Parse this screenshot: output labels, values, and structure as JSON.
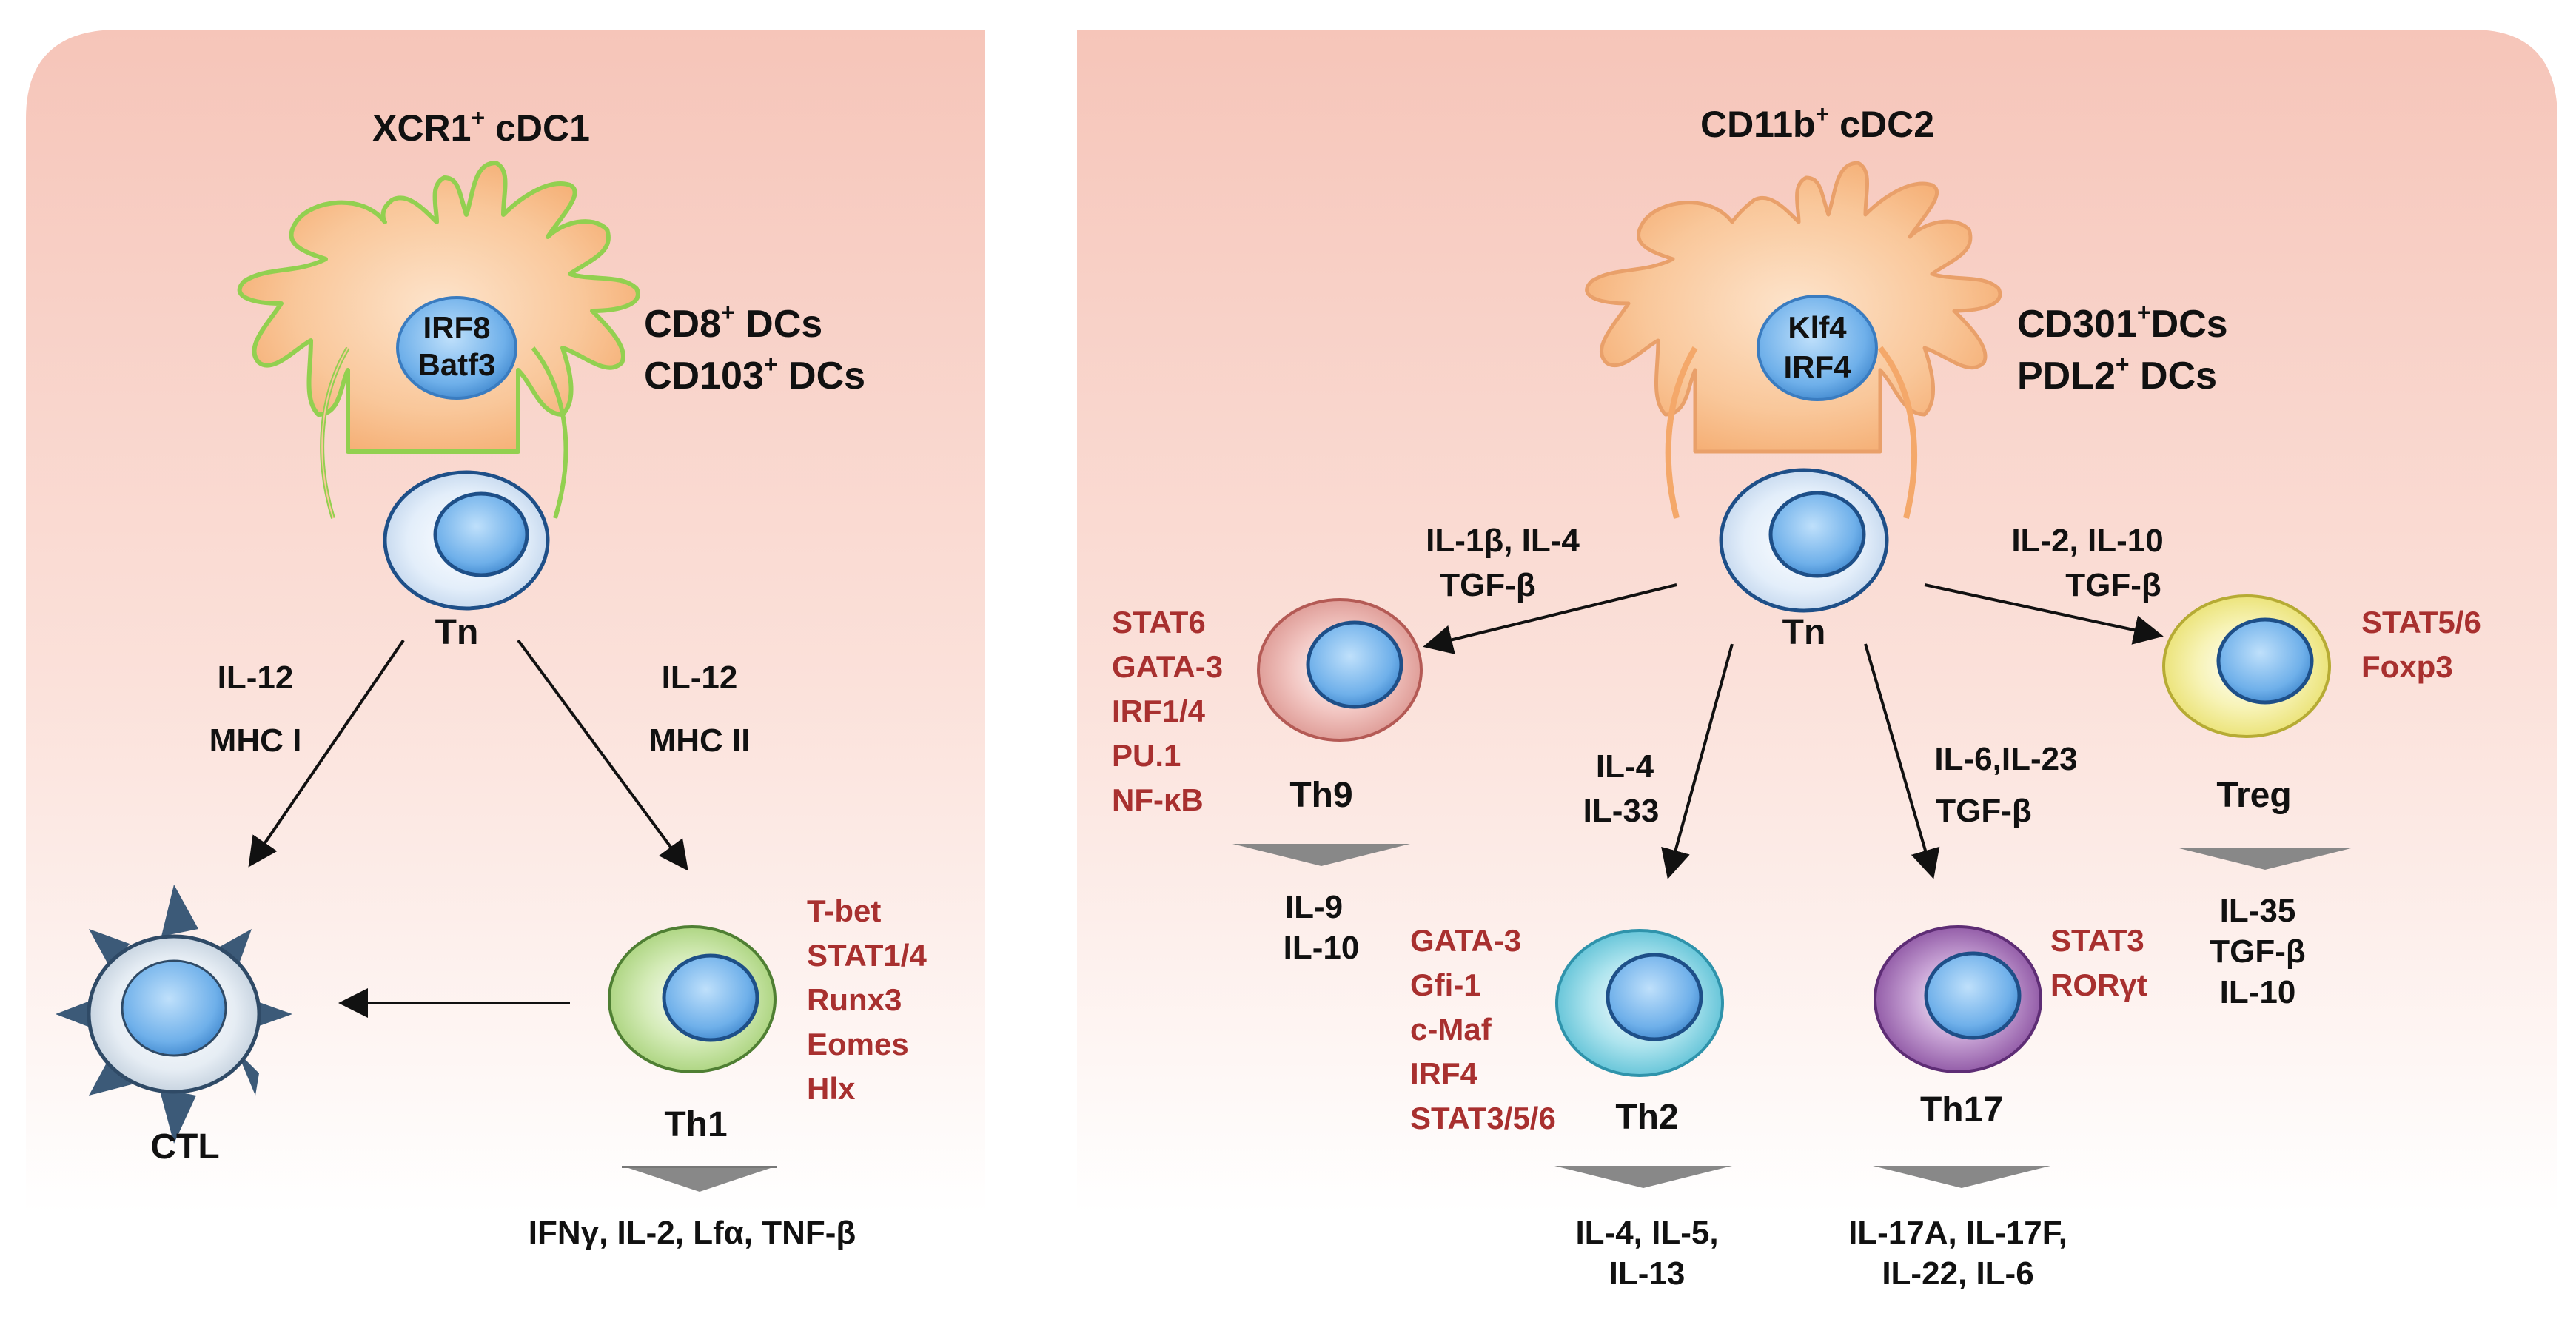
{
  "left_panel": {
    "title_main": "XCR1",
    "title_sup": "+",
    "title_rest": " cDC1",
    "nucleus_lines": [
      "IRF8",
      "Batf3"
    ],
    "subset_labels": [
      {
        "main": "CD8",
        "sup": "+",
        "rest": " DCs"
      },
      {
        "main": "CD103",
        "sup": "+",
        "rest": " DCs"
      }
    ],
    "naive_label": "Tn",
    "arrow_to_ctl": [
      "IL-12",
      "MHC I"
    ],
    "arrow_to_th1": [
      "IL-12",
      "MHC II"
    ],
    "ctl_label": "CTL",
    "th1_label": "Th1",
    "th1_factors": [
      "T-bet",
      "STAT1/4",
      "Runx3",
      "Eomes",
      "Hlx"
    ],
    "th1_cytokines": "IFNγ, IL-2, Lfα, TNF-β"
  },
  "right_panel": {
    "title_main": "CD11b",
    "title_sup": "+",
    "title_rest": " cDC2",
    "nucleus_lines": [
      "Klf4",
      "IRF4"
    ],
    "subset_labels": [
      {
        "main": "CD301",
        "sup": "+",
        "rest": "DCs"
      },
      {
        "main": "PDL2",
        "sup": "+",
        "rest": " DCs"
      }
    ],
    "naive_label": "Tn",
    "arrow_to_th9": [
      "IL-1β, IL-4",
      "TGF-β"
    ],
    "arrow_to_treg": [
      "IL-2, IL-10",
      "TGF-β"
    ],
    "arrow_to_th2": [
      "IL-4",
      "IL-33"
    ],
    "arrow_to_th17": [
      "IL-6,IL-23",
      "TGF-β"
    ],
    "th9": {
      "label": "Th9",
      "factors": [
        "STAT6",
        "GATA-3",
        "IRF1/4",
        "PU.1",
        "NF-κB"
      ],
      "cytokines": [
        "IL-9",
        "IL-10"
      ]
    },
    "th2": {
      "label": "Th2",
      "factors": [
        "GATA-3",
        "Gfi-1",
        "c-Maf",
        "IRF4",
        "STAT3/5/6"
      ],
      "cytokines": [
        "IL-4, IL-5,",
        "IL-13"
      ]
    },
    "th17": {
      "label": "Th17",
      "factors": [
        "STAT3",
        "RORγt"
      ],
      "cytokines": [
        "IL-17A, IL-17F,",
        "IL-22, IL-6"
      ]
    },
    "treg": {
      "label": "Treg",
      "factors": [
        "STAT5/6",
        "Foxp3"
      ],
      "cytokines": [
        "IL-35",
        "TGF-β",
        "IL-10"
      ]
    }
  },
  "colors": {
    "panel_top": "#f6c7bc",
    "panel_bottom": "#ffffff",
    "factor_text": "#a8302f",
    "dc_body": "#f9c08a",
    "dc_outline_cdc1": "#92d050",
    "nucleus": "#7fb6e8",
    "cytokine_arrow": "#888888"
  }
}
